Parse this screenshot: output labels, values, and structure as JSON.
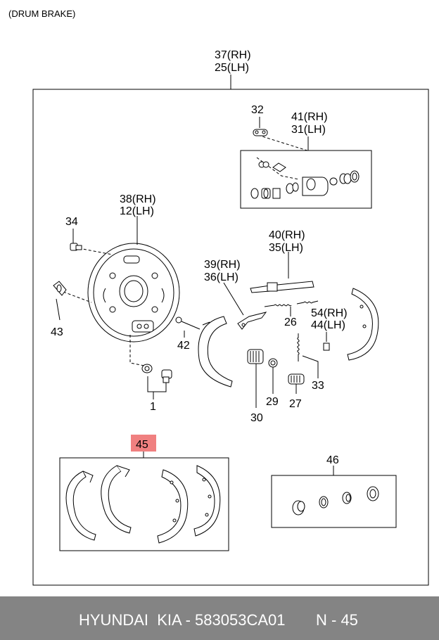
{
  "title": "(DRUM BRAKE)",
  "labels": {
    "assembly_rh": "37(RH)",
    "assembly_lh": "25(LH)",
    "p32": "32",
    "wheel_cyl_rh": "41(RH)",
    "wheel_cyl_lh": "31(LH)",
    "backing_rh": "38(RH)",
    "backing_lh": "12(LH)",
    "p34": "34",
    "p43": "43",
    "adjuster_rh": "40(RH)",
    "adjuster_lh": "35(LH)",
    "lever_rh": "39(RH)",
    "lever_lh": "36(LH)",
    "p26": "26",
    "clip_rh": "54(RH)",
    "clip_lh": "44(LH)",
    "p42": "42",
    "p33": "33",
    "p29": "29",
    "p27": "27",
    "p30": "30",
    "p1": "1",
    "p45": "45",
    "p46": "46"
  },
  "highlight_color": "#f08080",
  "footer": {
    "brand": "HYUNDAI  KIA - 583053CA01",
    "ref": "N - 45",
    "background": "#848484"
  }
}
